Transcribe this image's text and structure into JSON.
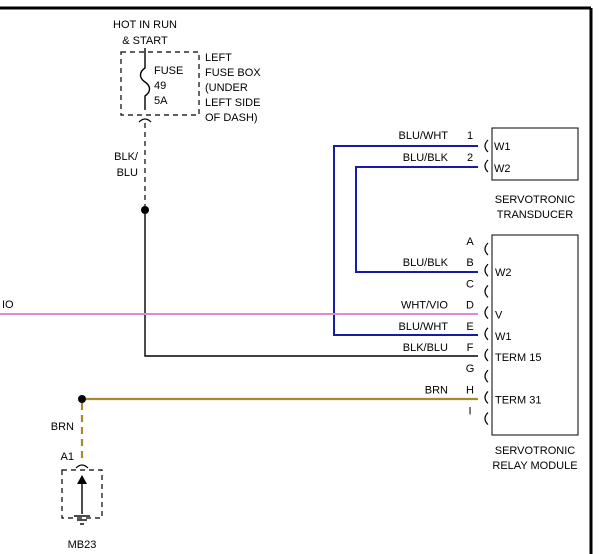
{
  "colors": {
    "blue": "#1a1aa8",
    "brown": "#a88a2a",
    "black": "#000000",
    "pink": "#e08ad6",
    "blk_blu": "#4a4a6a"
  },
  "fuse": {
    "top_line1": "HOT IN RUN",
    "top_line2": "& START",
    "name": "FUSE",
    "number": "49",
    "rating": "5A",
    "box_line1": "LEFT",
    "box_line2": "FUSE BOX",
    "box_line3": "(UNDER",
    "box_line4": "LEFT SIDE",
    "box_line5": "OF DASH)"
  },
  "wire_blk_blu_line1": "BLK/",
  "wire_blk_blu_line2": "BLU",
  "left_wire_fragment": "IO",
  "transducer": {
    "name_line1": "SERVOTRONIC",
    "name_line2": "TRANSDUCER",
    "pins": [
      {
        "num": "1",
        "wire": "BLU/WHT",
        "term": "W1"
      },
      {
        "num": "2",
        "wire": "BLU/BLK",
        "term": "W2"
      }
    ]
  },
  "relay": {
    "name_line1": "SERVOTRONIC",
    "name_line2": "RELAY MODULE",
    "pins": [
      {
        "letter": "A",
        "wire": "",
        "term": ""
      },
      {
        "letter": "B",
        "wire": "BLU/BLK",
        "term": "W2"
      },
      {
        "letter": "C",
        "wire": "",
        "term": ""
      },
      {
        "letter": "D",
        "wire": "WHT/VIO",
        "term": "V"
      },
      {
        "letter": "E",
        "wire": "BLU/WHT",
        "term": "W1"
      },
      {
        "letter": "F",
        "wire": "BLK/BLU",
        "term": "TERM 15"
      },
      {
        "letter": "G",
        "wire": "",
        "term": ""
      },
      {
        "letter": "H",
        "wire": "BRN",
        "term": "TERM 31"
      },
      {
        "letter": "I",
        "wire": "",
        "term": ""
      }
    ]
  },
  "ground": {
    "wire": "BRN",
    "connector": "A1",
    "name": "MB23"
  }
}
